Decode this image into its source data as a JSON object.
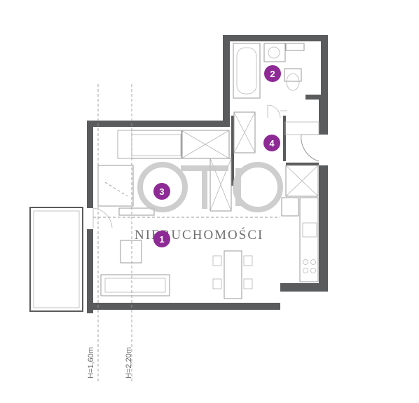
{
  "rooms": [
    {
      "number": "1"
    },
    {
      "number": "2"
    },
    {
      "number": "3"
    },
    {
      "number": "4"
    }
  ],
  "watermark": {
    "logo_text": "OTO",
    "subtitle": "NIERUCHOMOŚCI"
  },
  "heights": [
    {
      "label": "H=1,60m"
    },
    {
      "label": "H=2,20m"
    }
  ],
  "colors": {
    "wall": "#5a5b5d",
    "badge": "#8e2a96"
  }
}
